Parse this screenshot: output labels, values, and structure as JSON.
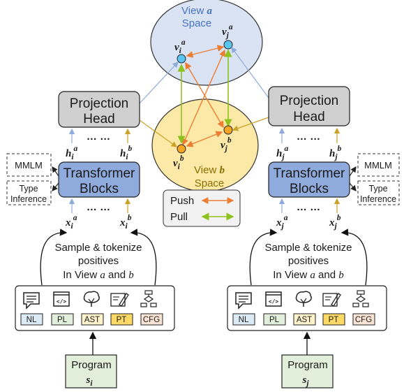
{
  "view_a": {
    "title": "View",
    "var": "a",
    "space": "Space",
    "color": "#4472c4",
    "fill": "#dae3f3",
    "node_fill": "#5bc5f2"
  },
  "view_b": {
    "title": "View",
    "var": "b",
    "space": "Space",
    "color": "#b8860b",
    "fill": "#fde9a7",
    "node_fill": "#f5a623"
  },
  "nodes": {
    "vi_a": {
      "base": "v",
      "sub": "i",
      "sup": "a"
    },
    "vj_a": {
      "base": "v",
      "sub": "j",
      "sup": "a"
    },
    "vi_b": {
      "base": "v",
      "sub": "i",
      "sup": "b"
    },
    "vj_b": {
      "base": "v",
      "sub": "j",
      "sup": "b"
    }
  },
  "legend": {
    "push": "Push",
    "pull": "Pull",
    "push_color": "#ed7d31",
    "pull_color": "#8dc21f"
  },
  "left": {
    "projection_head": [
      "Projection",
      "Head"
    ],
    "transformer": [
      "Transformer",
      "Blocks"
    ],
    "aux_tasks": [
      "MMLM",
      "Type",
      "Inference"
    ],
    "h_labels": [
      {
        "base": "h",
        "sub": "i",
        "sup": "a"
      },
      {
        "base": "h",
        "sub": "i",
        "sup": "b"
      }
    ],
    "x_labels": [
      {
        "base": "x",
        "sub": "i",
        "sup": "a"
      },
      {
        "base": "x",
        "sub": "i",
        "sup": "b"
      }
    ],
    "dots": "… …",
    "sample_text": [
      "Sample & tokenize",
      "positives",
      "In View",
      "a",
      "and",
      "b"
    ],
    "views": [
      "NL",
      "PL",
      "AST",
      "PT",
      "CFG"
    ],
    "program": [
      "Program",
      "s",
      "i"
    ]
  },
  "right": {
    "projection_head": [
      "Projection",
      "Head"
    ],
    "transformer": [
      "Transformer",
      "Blocks"
    ],
    "aux_tasks": [
      "MMLM",
      "Type",
      "Inference"
    ],
    "h_labels": [
      {
        "base": "h",
        "sub": "j",
        "sup": "a"
      },
      {
        "base": "h",
        "sub": "j",
        "sup": "b"
      }
    ],
    "x_labels": [
      {
        "base": "x",
        "sub": "j",
        "sup": "a"
      },
      {
        "base": "x",
        "sub": "j",
        "sup": "b"
      }
    ],
    "dots": "… …",
    "sample_text": [
      "Sample & tokenize",
      "positives",
      "In View",
      "a",
      "and",
      "b"
    ],
    "views": [
      "NL",
      "PL",
      "AST",
      "PT",
      "CFG"
    ],
    "program": [
      "Program",
      "s",
      "j"
    ]
  },
  "colors": {
    "projection_fill": "#d0d0d0",
    "transformer_fill": "#8faadc",
    "program_fill": "#e2efda",
    "view_fills": [
      "#ddebf7",
      "#e2efda",
      "#fff2cc",
      "#ffd966",
      "#fce4d6"
    ],
    "arrow_a": "#8faadc",
    "arrow_b": "#c9a227"
  }
}
